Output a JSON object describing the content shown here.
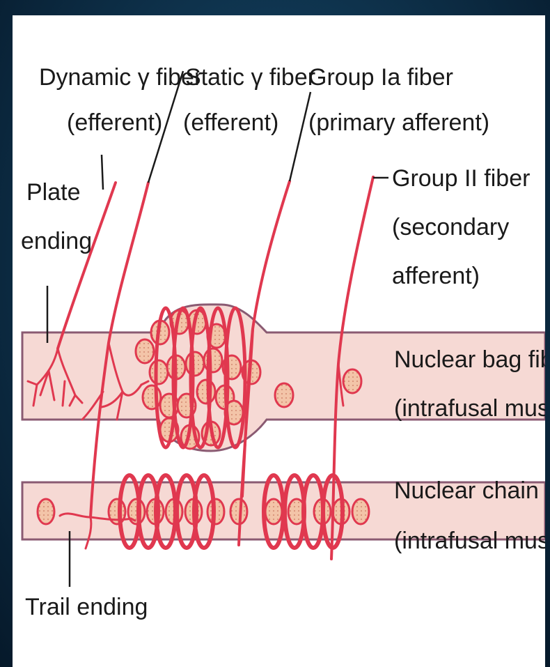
{
  "labels": {
    "dynamic_gamma_line1": "Dynamic γ fiber",
    "dynamic_gamma_line2": "(efferent)",
    "static_gamma_line1": "Static γ fiber",
    "static_gamma_line2": "(efferent)",
    "group_ia_line1": "Group Ia fiber",
    "group_ia_line2": "(primary afferent)",
    "group_ii_line1": "Group II fiber",
    "group_ii_line2": "(secondary",
    "group_ii_line3": "afferent)",
    "plate_line1": "Plate",
    "plate_line2": "ending",
    "bag_line1": "Nuclear bag fiber",
    "bag_line2": "(intrafusal muscle)",
    "chain_line1": "Nuclear chain fiber",
    "chain_line2": "(intrafusal muscle)",
    "trail": "Trail ending"
  },
  "colors": {
    "nerve": "#e0384f",
    "muscle_fill": "#f6d9d4",
    "muscle_edge": "#8a5a72",
    "nucleus_fill": "#f3c4a8",
    "text": "#1a1a1a"
  }
}
